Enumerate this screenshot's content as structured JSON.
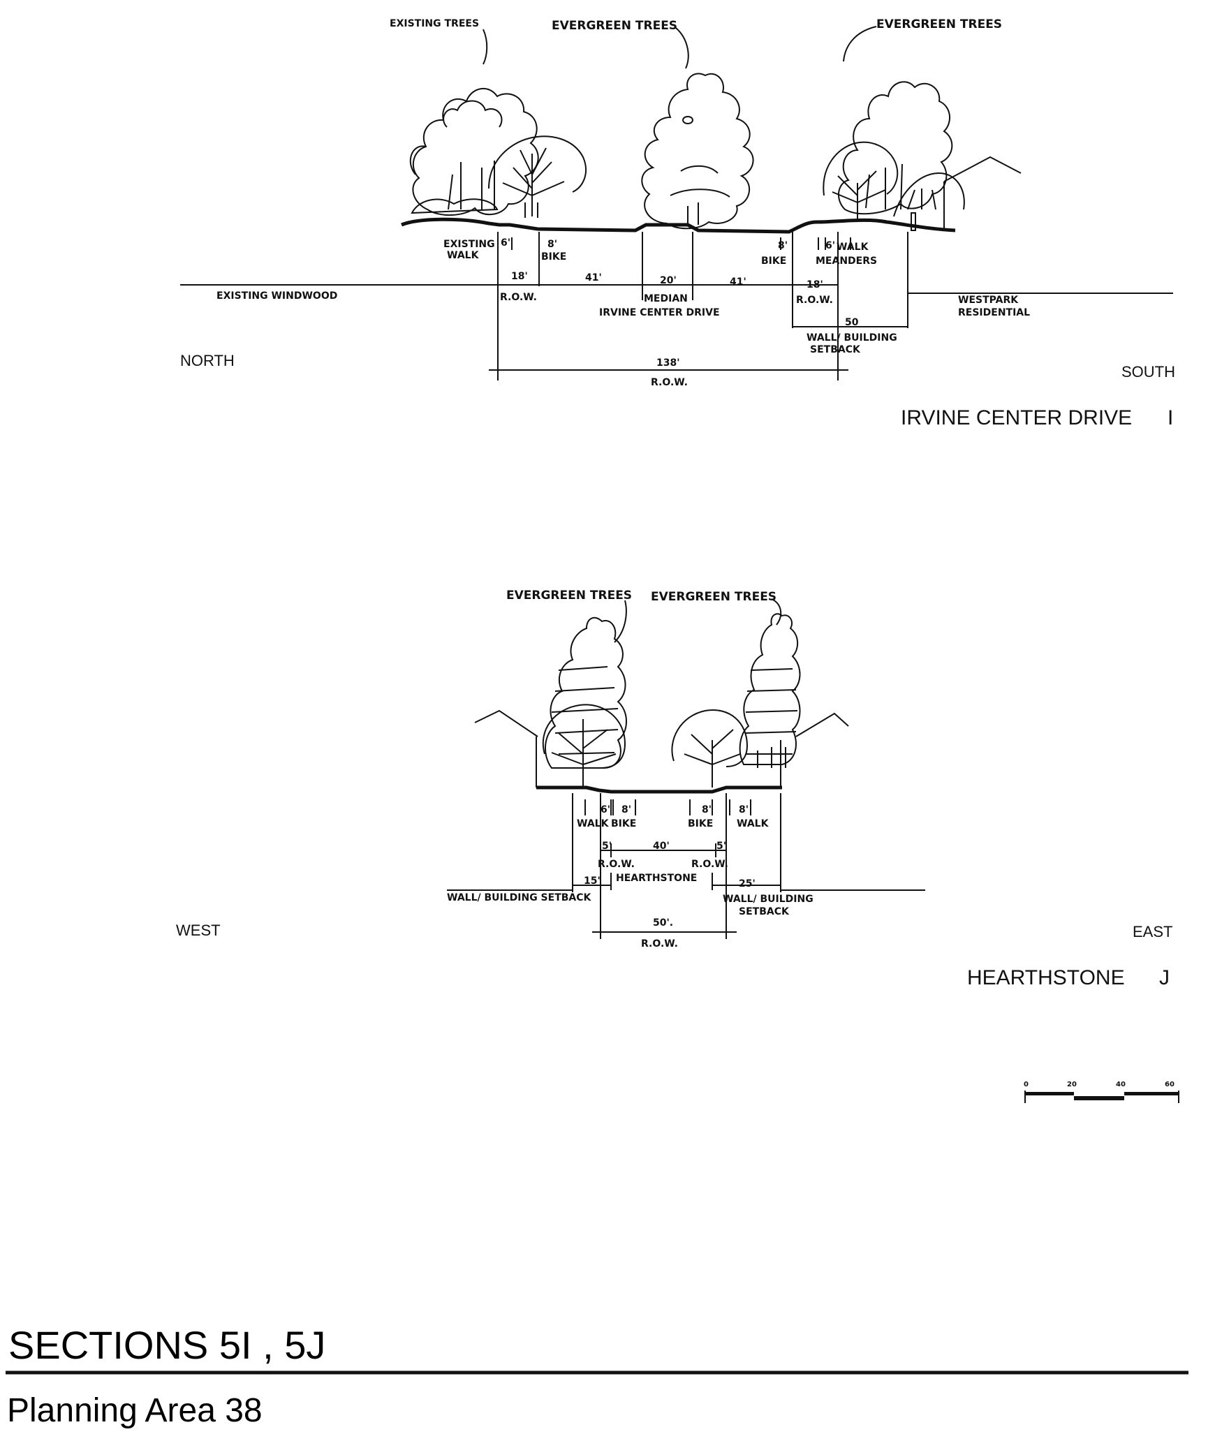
{
  "section_i": {
    "labels": {
      "existing_trees": "EXISTING TREES",
      "evergreen_trees_a": "EVERGREEN TREES",
      "evergreen_trees_b": "EVERGREEN TREES",
      "existing_walk_1": "EXISTING",
      "existing_walk_2": "WALK",
      "dim_walk_left": "6'",
      "dim_bike_left": "8'",
      "bike_left": "BIKE",
      "dim_bike_right": "8'",
      "bike_right": "BIKE",
      "dim_walk_right": "6'",
      "walk_right": "WALK",
      "meanders": "MEANDERS",
      "dim_row_left": "18'",
      "dim_lane_left": "41'",
      "dim_median": "20'",
      "dim_lane_right": "41'",
      "dim_row_right": "18'",
      "existing_windwood": "EXISTING WINDWOOD",
      "row_left": "R.O.W.",
      "median": "MEDIAN",
      "road_name": "IRVINE CENTER DRIVE",
      "row_right": "R.O.W.",
      "westpark_1": "WESTPARK",
      "westpark_2": "RESIDENTIAL",
      "dim_setback": "50",
      "setback_1": "WALL/ BUILDING",
      "setback_2": "SETBACK",
      "north": "NORTH",
      "dim_total": "138'",
      "row_total": "R.O.W.",
      "south": "SOUTH",
      "title": "IRVINE CENTER DRIVE",
      "letter": "I"
    }
  },
  "section_j": {
    "labels": {
      "evergreen_trees_a": "EVERGREEN TREES",
      "evergreen_trees_b": "EVERGREEN TREES",
      "dim_walk_left": "6'",
      "dim_bike_left": "8'",
      "walk_left": "WALK",
      "bike_left": "BIKE",
      "dim_bike_right": "8'",
      "dim_walk_right": "8'",
      "bike_right": "BIKE",
      "walk_right": "WALK",
      "dim_5_left": "5'",
      "dim_40": "40'",
      "dim_5_right": "5'",
      "row_left": "R.O.W.",
      "row_right": "R.O.W.",
      "dim_15": "15'",
      "road_name": "HEARTHSTONE",
      "dim_25": "25'",
      "setback_left": "WALL/ BUILDING SETBACK",
      "setback_right_1": "WALL/ BUILDING",
      "setback_right_2": "SETBACK",
      "west": "WEST",
      "dim_total": "50'.",
      "row_total": "R.O.W.",
      "east": "EAST",
      "title": "HEARTHSTONE",
      "letter": "J"
    }
  },
  "scale_bar": {
    "ticks": [
      "0",
      "20",
      "40",
      "60"
    ]
  },
  "footer": {
    "title": "SECTIONS  5I , 5J",
    "subtitle": "Planning Area 38"
  }
}
